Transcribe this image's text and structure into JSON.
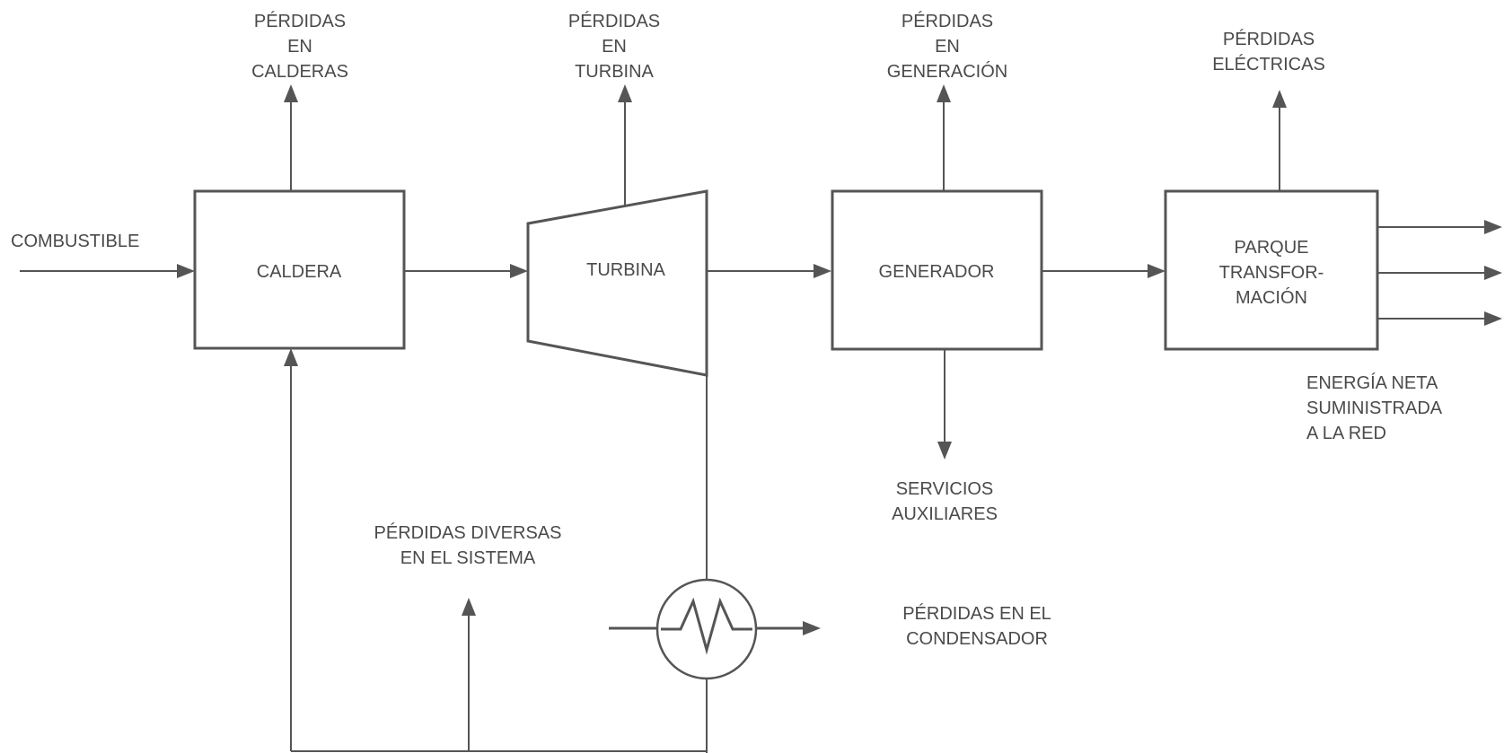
{
  "colors": {
    "stroke": "#555555",
    "text": "#4a4a4a",
    "background": "#ffffff"
  },
  "labels": {
    "combustible": "COMBUSTIBLE",
    "caldera": "CALDERA",
    "turbina": "TURBINA",
    "generador": "GENERADOR",
    "parque": "PARQUE\nTRANSFOR-\nMACIÓN",
    "perdidas_calderas": "PÉRDIDAS\nEN\nCALDERAS",
    "perdidas_turbina": "PÉRDIDAS\nEN\nTURBINA",
    "perdidas_generacion": "PÉRDIDAS\nEN\nGENERACIÓN",
    "perdidas_electricas": "PÉRDIDAS\nELÉCTRICAS",
    "energia_neta": "ENERGÍA NETA\nSUMINISTRADA\nA LA RED",
    "servicios_auxiliares": "SERVICIOS\nAUXILIARES",
    "perdidas_diversas": "PÉRDIDAS DIVERSAS\nEN EL SISTEMA",
    "perdidas_condensador": "PÉRDIDAS EN EL\nCONDENSADOR"
  }
}
